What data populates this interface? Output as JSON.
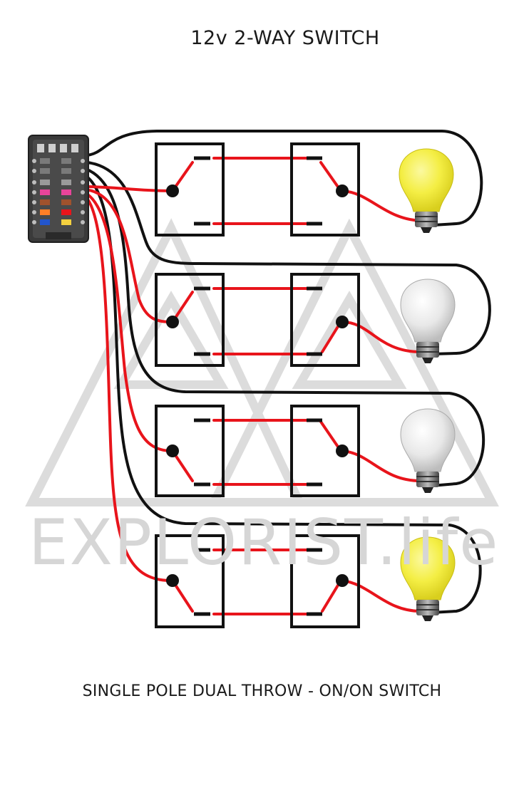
{
  "title": "12v 2-WAY SWITCH",
  "caption": "SINGLE POLE DUAL THROW - ON/ON SWITCH",
  "watermark": "EXPLORIST.life",
  "colors": {
    "wire_red": "#e8141b",
    "wire_black": "#111111",
    "bulb_on": "#f4ee44",
    "bulb_off": "#e6e6e6",
    "switch_border": "#111111",
    "watermark": "#d6d6d6"
  },
  "circuits": [
    {
      "id": "circuit-1",
      "bulb_state": "on"
    },
    {
      "id": "circuit-2",
      "bulb_state": "off"
    },
    {
      "id": "circuit-3",
      "bulb_state": "off"
    },
    {
      "id": "circuit-4",
      "bulb_state": "on"
    }
  ],
  "icons": [
    "fuse-box-icon",
    "light-bulb-icon",
    "spdt-switch-icon"
  ]
}
